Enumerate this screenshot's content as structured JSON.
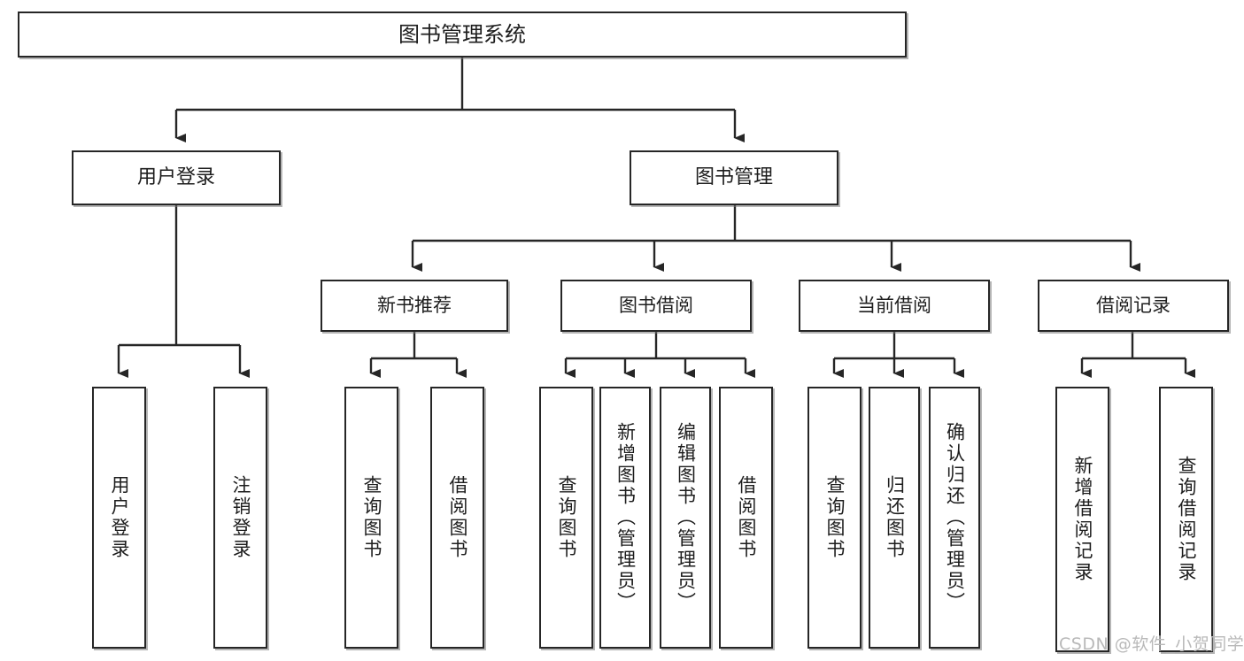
{
  "diagram": {
    "type": "tree-hierarchy",
    "title": "图书管理系统",
    "root": {
      "label": "图书管理系统"
    },
    "level2": [
      {
        "label": "用户登录"
      },
      {
        "label": "图书管理"
      }
    ],
    "level3": [
      {
        "label": "新书推荐"
      },
      {
        "label": "图书借阅"
      },
      {
        "label": "当前借阅"
      },
      {
        "label": "借阅记录"
      }
    ],
    "leaves": {
      "user_login": [
        {
          "label": "用户登录"
        },
        {
          "label": "注销登录"
        }
      ],
      "new_book_recommend": [
        {
          "label": "查询图书"
        },
        {
          "label": "借阅图书"
        }
      ],
      "book_borrow": [
        {
          "label": "查询图书"
        },
        {
          "label": "新增图书（管理员）"
        },
        {
          "label": "编辑图书（管理员）"
        },
        {
          "label": "借阅图书"
        }
      ],
      "current_borrow": [
        {
          "label": "查询图书"
        },
        {
          "label": "归还图书"
        },
        {
          "label": "确认归还（管理员）"
        }
      ],
      "borrow_record": [
        {
          "label": "新增借阅记录"
        },
        {
          "label": "查询借阅记录"
        }
      ]
    }
  },
  "watermark": {
    "text": "CSDN @软件_小贺同学"
  },
  "colors": {
    "border": "#262626",
    "text": "#1d1d1d",
    "background": "#ffffff",
    "watermark": "#b9b9b9"
  }
}
